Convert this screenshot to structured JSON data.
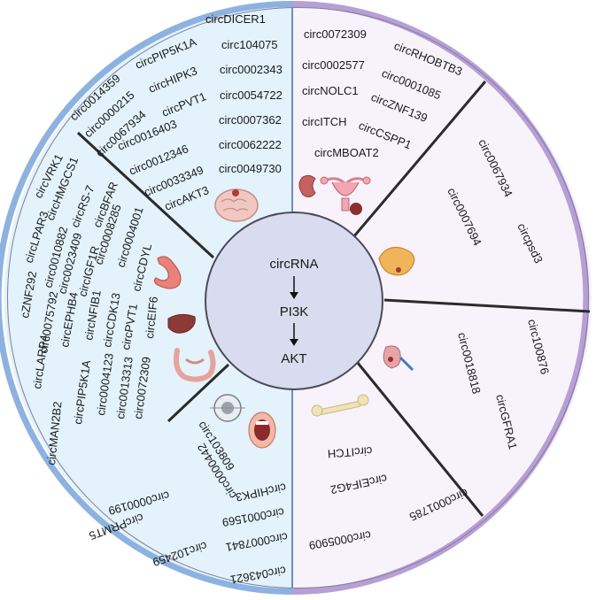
{
  "center": {
    "top": "circRNA",
    "middle": "PI3K",
    "bottom": "AKT"
  },
  "colors": {
    "left_fill": "#e3f2fb",
    "right_fill": "#f8f2fb",
    "left_rim": "#8db2e0",
    "right_rim": "#b79fd6",
    "center_fill": "#d9dbee",
    "center_stroke": "#4a4a5a",
    "divider": "#2b2b2b"
  },
  "sectors": {
    "brain": [
      "circDICER1",
      "circPIP5K1A",
      "circ104075",
      "circHIPK3",
      "circ0002343",
      "circPVT1",
      "circ0054722",
      "circ0007362",
      "circ0062222",
      "circ0049730",
      "circ0016403",
      "circ0012346",
      "circ0033349",
      "circAKT3"
    ],
    "brain_outer": [
      "circ0014359",
      "circ0000215",
      "circ0067934"
    ],
    "digestive": [
      "circVRK1",
      "circLPAR3",
      "circHMGCS1",
      "circRS-7",
      "circBFAR",
      "circ0008285",
      "circ0004001",
      "circCDYL",
      "circ0010882",
      "circ0023409",
      "circIGF1R",
      "cZNF292",
      "circ0075792",
      "circEPHB4",
      "circNFIB1",
      "circCDK13",
      "circPVT1",
      "circEIF6",
      "circLARP4",
      "circPIP5K1A",
      "circ0004123",
      "circ0013313",
      "circ0072309",
      "circMAN2B2"
    ],
    "bone_head": [
      "circ103809",
      "circ0000442",
      "circHIPK3",
      "circ0001569",
      "circ0007841",
      "circ0000199",
      "circPRMT5",
      "circ102459",
      "circ043621"
    ],
    "reproductive": [
      "circ0072309",
      "circRHOBTB3",
      "circ0002577",
      "circ0001085",
      "circNOLC1",
      "circZNF139",
      "circITCH",
      "circCSPP1",
      "circMBOAT2"
    ],
    "pancreas": [
      "circ0067934",
      "circ0007694",
      "circpsd3"
    ],
    "lung": [
      "circ100876",
      "circ0018818",
      "circGFRA1"
    ],
    "bone": [
      "circITCH",
      "circEIF4G2",
      "circ0001785",
      "circ0005909"
    ]
  },
  "icons": [
    "brain-icon",
    "stomach-icon",
    "liver-icon",
    "intestine-icon",
    "bone-scan-icon",
    "mouth-icon",
    "kidney-icon",
    "uterus-icon",
    "pancreas-icon",
    "lung-icon",
    "femur-icon"
  ]
}
